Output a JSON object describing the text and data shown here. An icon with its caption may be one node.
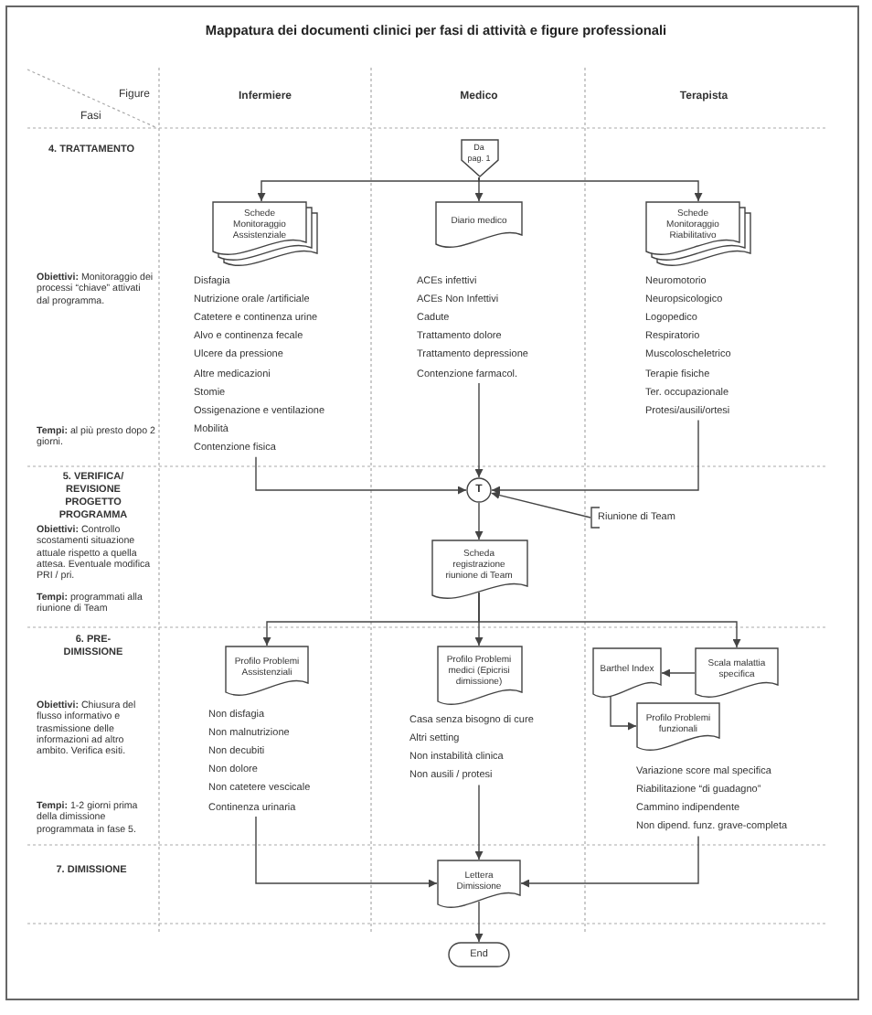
{
  "diagram": {
    "title": "Mappatura dei documenti clinici per fasi di attività e figure professionali",
    "nodes": [
      {
        "text": [
          "Da pag. 1"
        ]
      },
      {
        "text": [
          "Schede Monitoraggio Assistenziale"
        ],
        "beside": [
          "Disfagia",
          "Nutrizione orale /artificiale",
          "Catetere e continenza urine",
          "Alvo e continenza fecale",
          "Ulcere da pressione",
          "Altre medicazioni",
          "Stomie",
          "Ossigenazione e ventilazione",
          "Mobilità",
          "Contenzione fisica"
        ]
      },
      {
        "text": [
          "Diario medico"
        ],
        "beside": [
          "ACEs infettivi",
          "ACEs Non Infettivi",
          "Cadute",
          "Trattamento dolore",
          "Trattamento depressione",
          "Contenzione farmacol."
        ]
      },
      {
        "text": [
          "Schede Monitoraggio Riabilitativo"
        ],
        "beside": [
          "Neuromotorio",
          "Neuropsicologico",
          "Logopedico",
          "Respiratorio",
          "Muscoloscheletrico",
          "Terapie fisiche",
          "Ter. occupazionale",
          "Protesi/ausili/ortesi"
        ]
      },
      {
        "text": [
          "T"
        ]
      },
      {
        "text": [
          "Riunione di Team"
        ]
      },
      {
        "text": [
          "Scheda registrazione riunione di Team"
        ]
      },
      {
        "text": [
          "Profilo Problemi Assistenziali"
        ],
        "beside": [
          "Non disfagia",
          "Non malnutrizione",
          "Non decubiti",
          "Non dolore",
          "Non catetere vescicale",
          "Continenza urinaria"
        ]
      },
      {
        "text": [
          "Profilo Problemi medici (Epicrisi dimissione)"
        ],
        "beside": [
          "Casa senza bisogno di cure",
          "Altri setting",
          "Non instabilità clinica",
          "Non ausili / protesi"
        ]
      },
      {
        "text": [
          "Barthel Index"
        ]
      },
      {
        "text": [
          "Scala malattia specifica"
        ]
      },
      {
        "text": [
          "Profilo Problemi funzionali"
        ],
        "beside": [
          "Variazione score mal specifica",
          "Riabilitazione “di guadagno”",
          "Cammino indipendente",
          "Non dipend. funz. grave-completa"
        ]
      },
      {
        "text": [
          "Lettera Dimissione"
        ]
      },
      {
        "text": [
          "End"
        ]
      }
    ],
    "edges": [
      {
        "from": 0,
        "to": 1,
        "arrow": "to"
      },
      {
        "from": 0,
        "to": 2,
        "arrow": "to"
      },
      {
        "from": 0,
        "to": 3,
        "arrow": "to"
      },
      {
        "from": 1,
        "to": 4,
        "arrow": "to"
      },
      {
        "from": 2,
        "to": 4,
        "arrow": "to"
      },
      {
        "from": 3,
        "to": 4,
        "arrow": "to"
      },
      {
        "from": 5,
        "to": 4,
        "arrow": "to"
      },
      {
        "from": 4,
        "to": 6,
        "arrow": "to"
      },
      {
        "from": 6,
        "to": 7,
        "arrow": "to"
      },
      {
        "from": 6,
        "to": 8,
        "arrow": "to"
      },
      {
        "from": 6,
        "to": 10,
        "arrow": "to"
      },
      {
        "from": 10,
        "to": 9,
        "arrow": "to"
      },
      {
        "from": 9,
        "to": 11,
        "arrow": "to"
      },
      {
        "from": 7,
        "to": 12,
        "arrow": "to"
      },
      {
        "from": 8,
        "to": 12,
        "arrow": "to"
      },
      {
        "from": 11,
        "to": 12,
        "arrow": "to"
      },
      {
        "from": 12,
        "to": 13,
        "arrow": "to"
      }
    ],
    "labels": [
      "Figure",
      "Fasi",
      "Infermiere",
      "Medico",
      "Terapista",
      "4. TRATTAMENTO",
      "**Obiettivi:** Monitoraggio dei processi “chiave” attivati dal programma.",
      "**Tempi:** al più presto dopo 2 giorni.",
      "5. VERIFICA/ REVISIONE PROGETTO PROGRAMMA",
      "**Obiettivi:** Controllo scostamenti situazione attuale rispetto a quella attesa. Eventuale modifica PRI / pri.",
      "**Tempi:** programmati alla riunione di Team",
      "6. PRE-DIMISSIONE",
      "**Obiettivi:** Chiusura del flusso informativo e trasmissione delle informazioni ad altro ambito. Verifica esiti.",
      "**Tempi:** 1-2 giorni prima della dimissione programmata in fase 5.",
      "7. DIMISSIONE"
    ]
  }
}
